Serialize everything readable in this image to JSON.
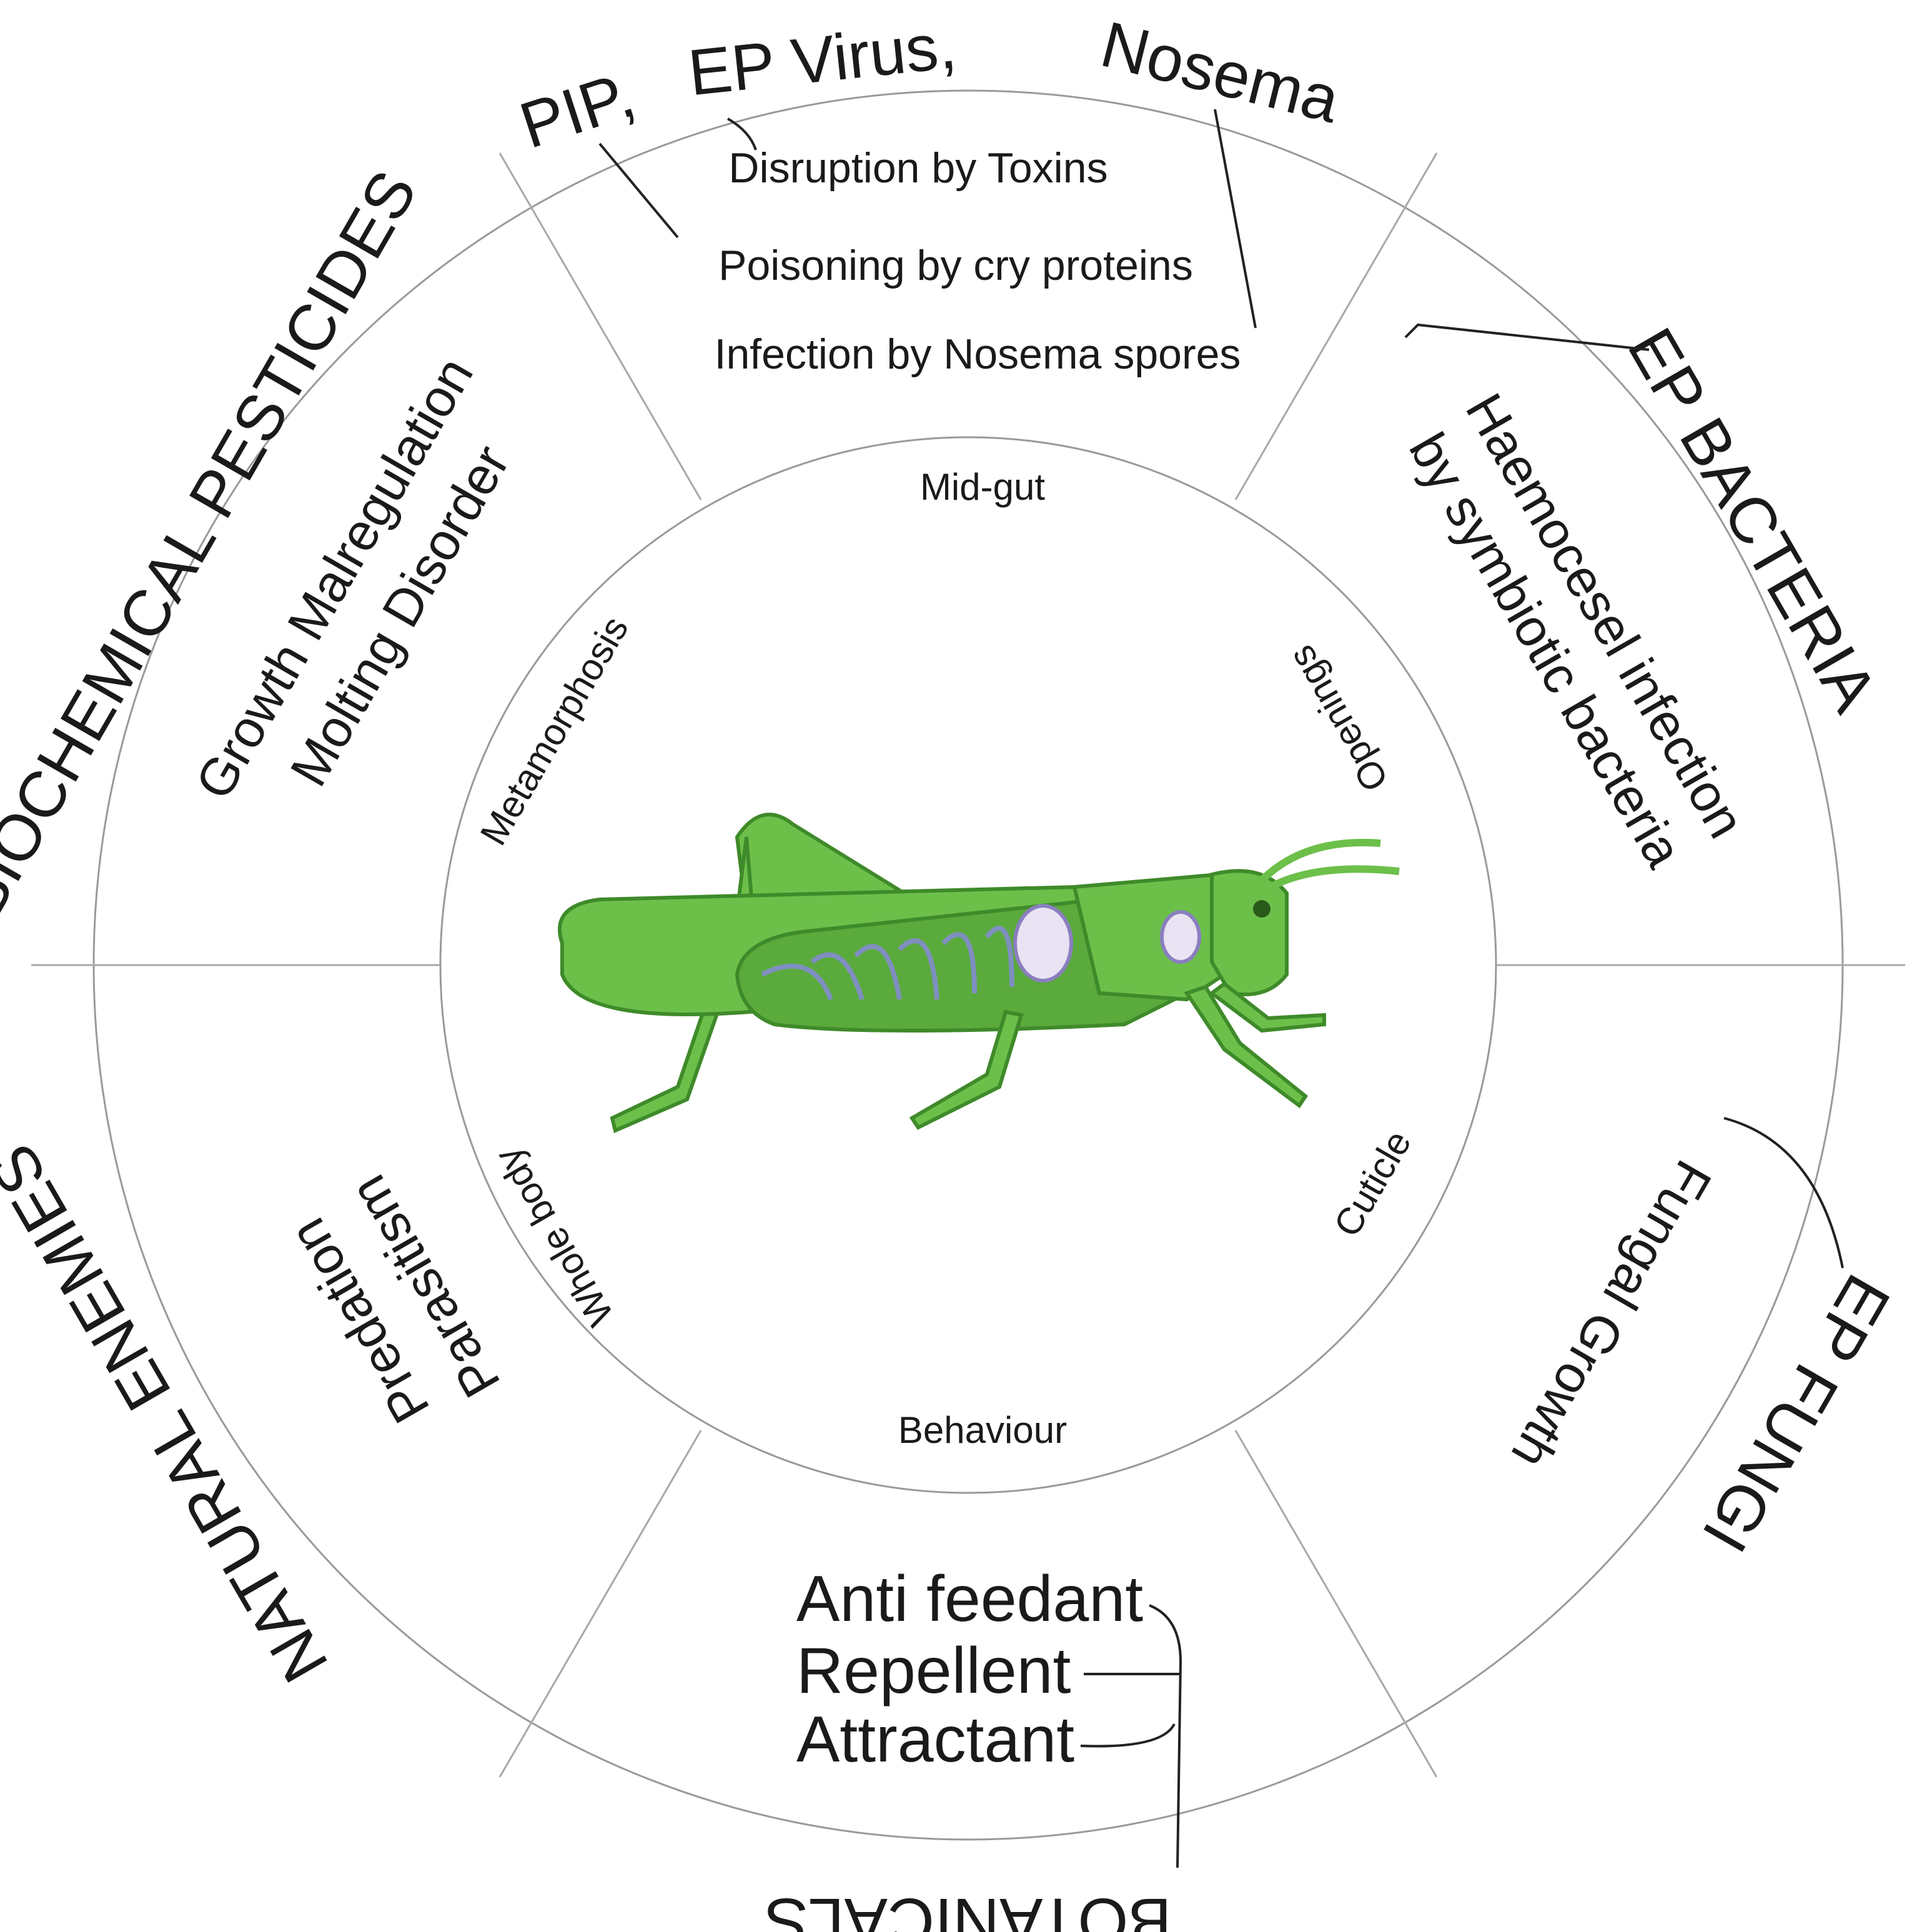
{
  "center_labels": {
    "midgut": "Mid-gut",
    "openings": "Openings",
    "cuticle": "Cuticle",
    "behaviour": "Behaviour",
    "whole_body": "Whole body",
    "metamorphosis": "Metamorphosis"
  },
  "categories": {
    "ep_virus": {
      "agents": [
        "PIP,",
        "EP Virus,",
        "Nosema"
      ],
      "effects": [
        "Disruption by Toxins",
        "Poisoning by cry proteins",
        "Infection by Nosema spores"
      ]
    },
    "ep_bacteria": {
      "title": "EP BACTERIA",
      "effects": [
        "Haemocesel infection",
        "by symbiotic bacteria"
      ]
    },
    "ep_fungi": {
      "title": "EP FUNGI",
      "effects": [
        "Fungal Growth"
      ]
    },
    "botanicals": {
      "title": "BOTANICALS",
      "effects": [
        "Anti feedant",
        "Repellent",
        "Attractant"
      ]
    },
    "natural_enemies": {
      "title": "NATURAL ENEMIES",
      "effects": [
        "Predation",
        "Parasitism"
      ]
    },
    "biochemical_pesticides": {
      "title": "BIOCHEMICAL PESTICIDES",
      "effects": [
        "Growth Malregulation",
        "Molting Disorder"
      ]
    }
  },
  "colors": {
    "insect_green": "#6cc04a",
    "insect_outline": "#3f8a2a",
    "ring_gray": "#9a9a9a"
  }
}
